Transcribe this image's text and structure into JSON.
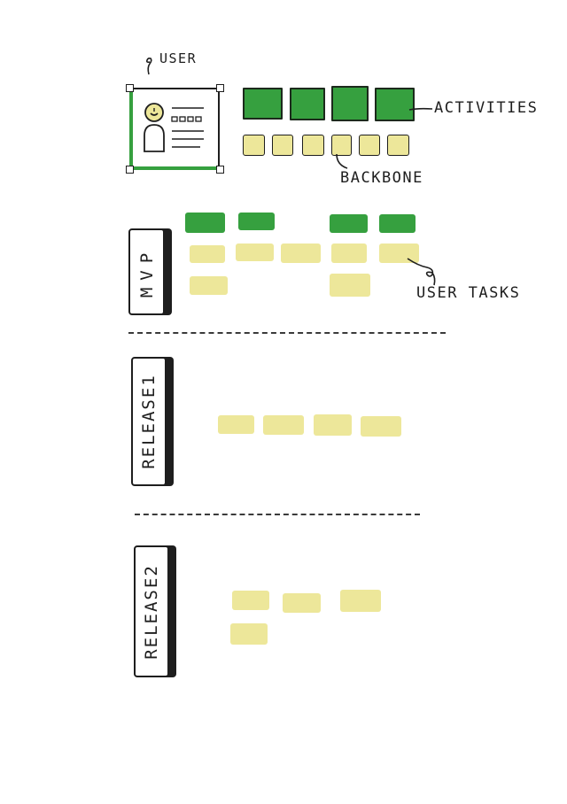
{
  "labels": {
    "user": "USER",
    "activities": "ACTIVITIES",
    "backbone": "BACKBONE",
    "user_tasks": "USER TASKS"
  },
  "releases": {
    "mvp": "MVP",
    "release1": "RELEASE1",
    "release2": "RELEASE2"
  },
  "colors": {
    "activity_green": "#36a03f",
    "task_yellow": "#ede79a",
    "ink": "#1e1e1e"
  }
}
